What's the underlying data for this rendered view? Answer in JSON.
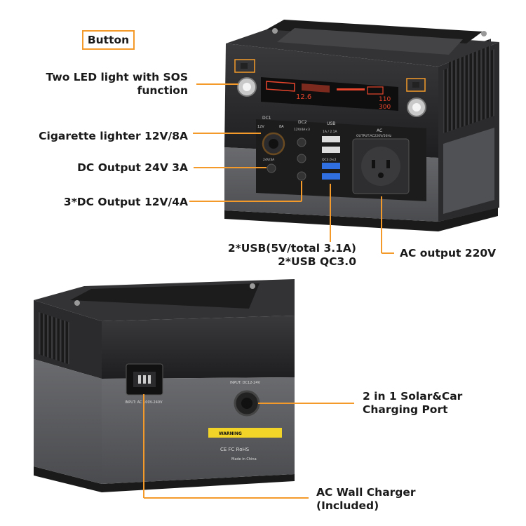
{
  "labels": {
    "button": "Button",
    "led_line1": "Two LED light with SOS",
    "led_line2": "function",
    "cigarette": "Cigarette lighter 12V/8A",
    "dc24": "DC Output 24V 3A",
    "dc12": "3*DC Output 12V/4A",
    "usb_line1": "2*USB(5V/total 3.1A)",
    "usb_line2": "2*USB QC3.0",
    "ac_out": "AC output 220V",
    "solar_line1": "2 in 1 Solar&Car",
    "solar_line2": "Charging Port",
    "wall_line1": "AC Wall Charger",
    "wall_line2": "(Included)"
  },
  "panel_marks": {
    "dc1": "DC1",
    "dc2": "DC2",
    "usb": "USB",
    "ac": "AC",
    "v12": "12V",
    "a8": "8A",
    "dc2_spec": "12V/4A×3",
    "usb_spec": "1A / 2.1A",
    "ac_spec": "OUTPUT:AC220V/50Hz",
    "dc24_spec": "24V/3A",
    "qc": "QC3.0×2",
    "lcd_left": "12.6",
    "lcd_right1": "110",
    "lcd_right2": "300",
    "input_ac": "INPUT: AC 100V-240V",
    "input_dc": "INPUT: DC12-24V",
    "warning": "WARNING",
    "made_in": "Made in China",
    "cert": "CE FC RoHS"
  },
  "colors": {
    "accent": "#f39a2a",
    "body_dark": "#2a2a2c",
    "body_gray": "#5a5b5e",
    "lcd_red": "#e8452c"
  }
}
